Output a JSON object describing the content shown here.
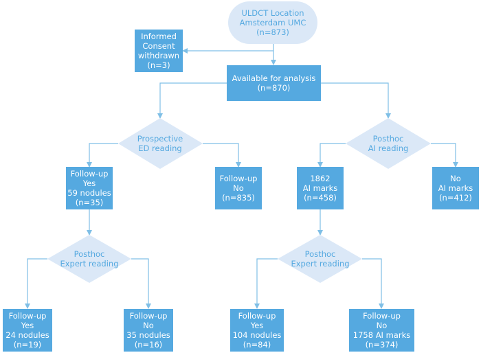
{
  "colors": {
    "box": "#55a9e0",
    "decision": "#dbe8f7",
    "line": "#7fbfe6",
    "text_light": "#55a9e0"
  },
  "start": {
    "line1": "ULDCT Location",
    "line2": "Amsterdam UMC",
    "line3": "(n=873)"
  },
  "withdrawn": {
    "line1": "Informed",
    "line2": "Consent",
    "line3": "withdrawn",
    "line4": "(n=3)"
  },
  "available": {
    "line1": "Available for analysis",
    "line2": "(n=870)"
  },
  "prospective": {
    "line1": "Prospective",
    "line2": "ED reading"
  },
  "posthoc_ai": {
    "line1": "Posthoc",
    "line2": "AI reading"
  },
  "ed_yes": {
    "line1": "Follow-up",
    "line2": "Yes",
    "line3": "59 nodules",
    "line4": "(n=35)"
  },
  "ed_no": {
    "line1": "Follow-up",
    "line2": "No",
    "line3": "(n=835)"
  },
  "ai_marks": {
    "line1": "1862",
    "line2": "AI marks",
    "line3": "(n=458)"
  },
  "ai_none": {
    "line1": "No",
    "line2": "AI marks",
    "line3": "(n=412)"
  },
  "expert_left": {
    "line1": "Posthoc",
    "line2": "Expert reading"
  },
  "expert_right": {
    "line1": "Posthoc",
    "line2": "Expert reading"
  },
  "out1": {
    "line1": "Follow-up",
    "line2": "Yes",
    "line3": "24 nodules",
    "line4": "(n=19)"
  },
  "out2": {
    "line1": "Follow-up",
    "line2": "No",
    "line3": "35 nodules",
    "line4": "(n=16)"
  },
  "out3": {
    "line1": "Follow-up",
    "line2": "Yes",
    "line3": "104 nodules",
    "line4": "(n=84)"
  },
  "out4": {
    "line1": "Follow-up",
    "line2": "No",
    "line3": "1758 AI marks",
    "line4": "(n=374)"
  }
}
